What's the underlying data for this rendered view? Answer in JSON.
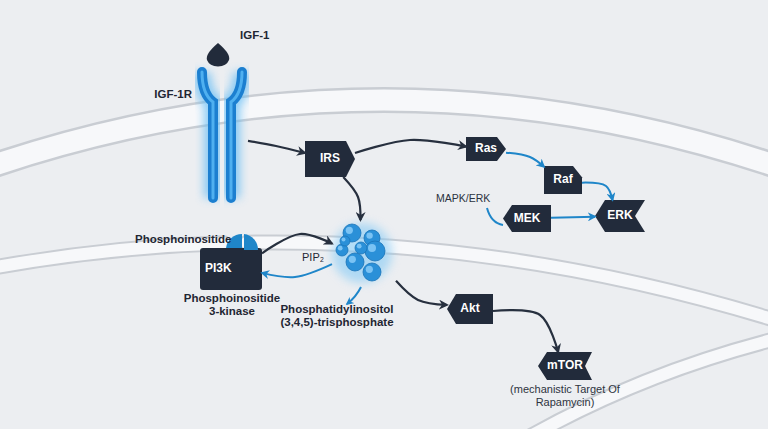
{
  "diagram": {
    "nodes": [
      {
        "text": [
          "IGF-1"
        ]
      },
      {
        "text": [
          "IGF-1R"
        ]
      },
      {
        "text": [
          "IRS"
        ]
      },
      {
        "text": [
          "Ras"
        ]
      },
      {
        "text": [
          "Raf"
        ]
      },
      {
        "text": [
          "MEK"
        ]
      },
      {
        "text": [
          "ERK"
        ]
      },
      {
        "text": [
          "Phosphoinositide",
          "PI3K",
          "Phosphoinositide 3-kinase"
        ]
      },
      {
        "text": [
          "PIP₂",
          "Phosphatidylinositol (3,4,5)-trisphosphate"
        ]
      },
      {
        "text": [
          "Akt"
        ]
      },
      {
        "text": [
          "mTOR",
          "(mechanistic Target Of Rapamycin)"
        ]
      }
    ],
    "edges": [
      {
        "from": 1,
        "to": 2,
        "arrow": "to"
      },
      {
        "from": 2,
        "to": 3,
        "arrow": "to"
      },
      {
        "from": 3,
        "to": 4,
        "arrow": "to"
      },
      {
        "from": 4,
        "to": 6,
        "arrow": "to"
      },
      {
        "from": 5,
        "to": 6,
        "arrow": "to"
      },
      {
        "from": 2,
        "to": 8,
        "arrow": "to"
      },
      {
        "from": 7,
        "to": 8,
        "arrow": "to"
      },
      {
        "from": 8,
        "to": 7,
        "arrow": "to"
      },
      {
        "from": 8,
        "to": 9,
        "arrow": "to"
      },
      {
        "from": 9,
        "to": 10,
        "arrow": "to"
      }
    ],
    "labels": [
      "MAPK/ERK"
    ]
  }
}
